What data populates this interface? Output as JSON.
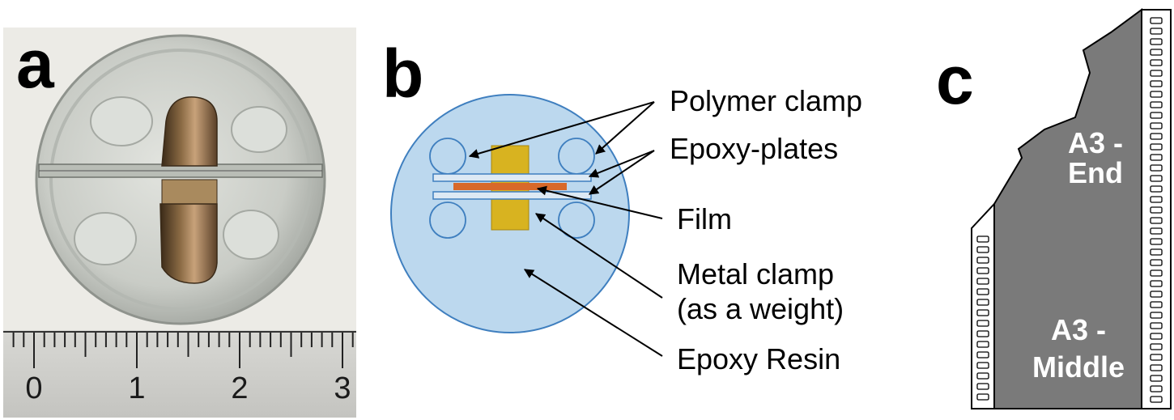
{
  "panels": {
    "a": {
      "letter": "a",
      "ruler": {
        "numbers": [
          "0",
          "1",
          "2",
          "3"
        ]
      }
    },
    "b": {
      "letter": "b",
      "labels": {
        "polymer_clamp": "Polymer clamp",
        "epoxy_plates": "Epoxy-plates",
        "film": "Film",
        "metal_clamp_line1": "Metal clamp",
        "metal_clamp_line2": "(as a weight)",
        "epoxy_resin": "Epoxy Resin"
      }
    },
    "c": {
      "letter": "c",
      "regions": {
        "end_line1": "A3 -",
        "end_line2": "End",
        "middle_line1": "A3 -",
        "middle_line2": "Middle"
      }
    }
  },
  "colors": {
    "resin_disc": "#bcd8ee",
    "disc_outline": "#3f7fbf",
    "metal_clamp": "#d8b320",
    "film": "#d8692a",
    "sample_gray": "#7a7a7a"
  }
}
